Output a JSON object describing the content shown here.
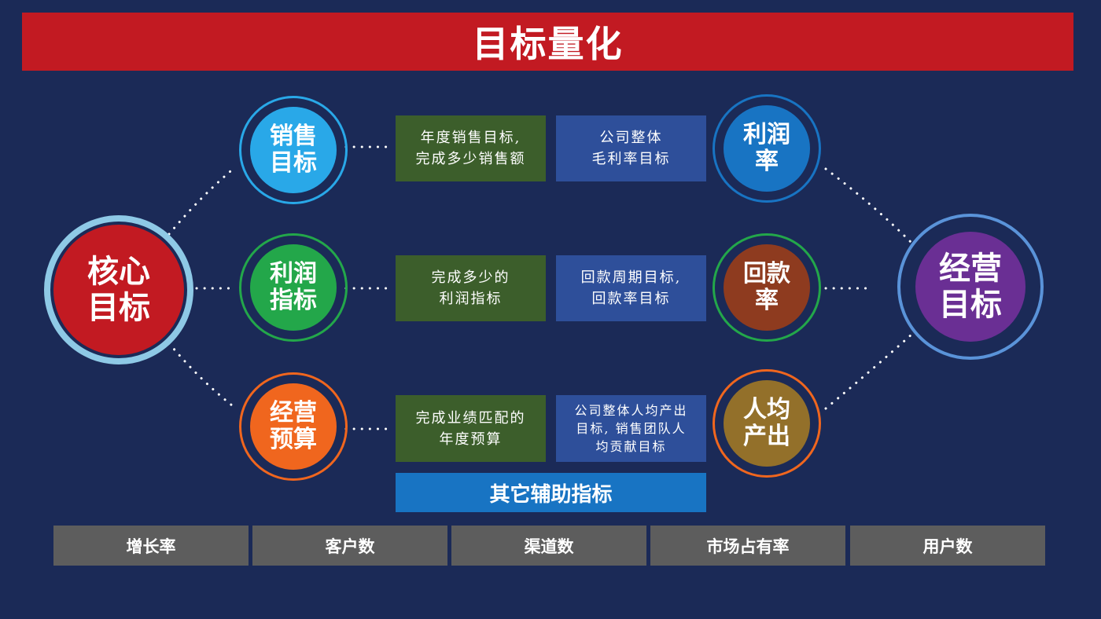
{
  "title": "目标量化",
  "core": {
    "label": "核心\n目标",
    "color": "#c21a22",
    "ring": "#8ec9e6"
  },
  "goal": {
    "label": "经营\n目标",
    "color": "#6a2f94",
    "ring": "#5a93d9"
  },
  "left_nodes": [
    {
      "label": "销售\n目标",
      "color": "#29a8e8",
      "ring": "#29a8e8"
    },
    {
      "label": "利润\n指标",
      "color": "#23a74a",
      "ring": "#23a74a"
    },
    {
      "label": "经营\n预算",
      "color": "#f0661e",
      "ring": "#f0661e"
    }
  ],
  "right_nodes": [
    {
      "label": "利润\n率",
      "color": "#1874c3",
      "ring": "#1874c3"
    },
    {
      "label": "回款\n率",
      "color": "#8e3b1f",
      "ring": "#23a74a"
    },
    {
      "label": "人均\n产出",
      "color": "#93702a",
      "ring": "#f0661e"
    }
  ],
  "green_boxes": [
    "年度销售目标,\n完成多少销售额",
    "完成多少的\n利润指标",
    "完成业绩匹配的\n年度预算"
  ],
  "blue_boxes": [
    "公司整体\n毛利率目标",
    "回款周期目标,\n回款率目标",
    "公司整体人均产出\n目标, 销售团队人\n均贡献目标"
  ],
  "aux_header": "其它辅助指标",
  "metrics": [
    "增长率",
    "客户数",
    "渠道数",
    "市场占有率",
    "用户数"
  ]
}
